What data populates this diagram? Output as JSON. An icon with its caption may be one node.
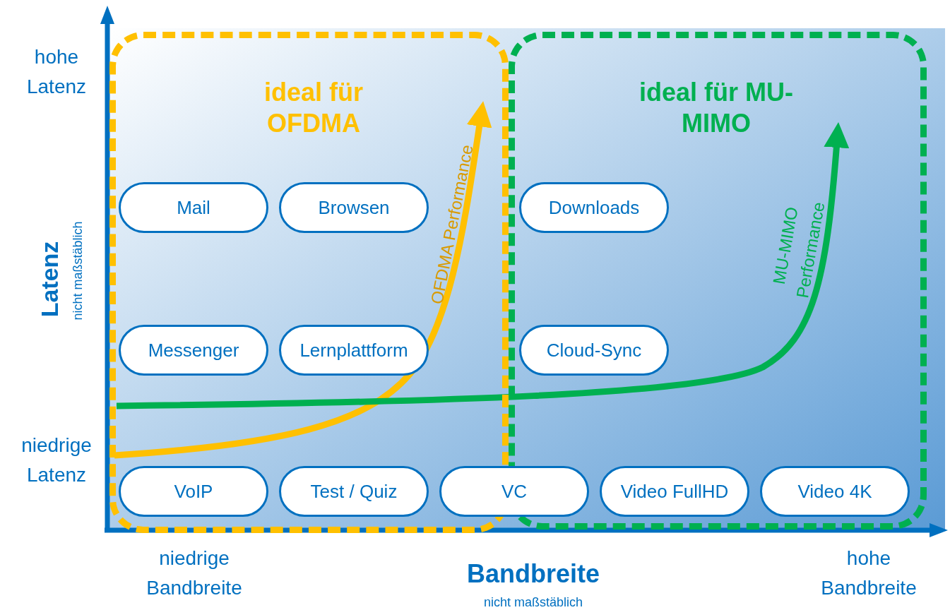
{
  "diagram": {
    "nodes": [
      {
        "text": [
          "ideal für OFDMA"
        ]
      },
      {
        "text": [
          "ideal für MU-MIMO"
        ]
      },
      {
        "text": [
          "Mail"
        ],
        "in": 0
      },
      {
        "text": [
          "Browsen"
        ],
        "in": 0
      },
      {
        "text": [
          "Downloads"
        ],
        "in": 1
      },
      {
        "text": [
          "Messenger"
        ],
        "in": 0
      },
      {
        "text": [
          "Lernplattform"
        ],
        "in": 0
      },
      {
        "text": [
          "Cloud-Sync"
        ],
        "in": 1
      },
      {
        "text": [
          "VoIP"
        ],
        "in": 0
      },
      {
        "text": [
          "Test / Quiz"
        ],
        "in": 0
      },
      {
        "text": [
          "VC"
        ]
      },
      {
        "text": [
          "Video FullHD"
        ],
        "in": 1
      },
      {
        "text": [
          "Video 4K"
        ],
        "in": 1
      }
    ],
    "edges": [],
    "labels": [
      "hohe Latenz",
      "Latenz",
      "nicht maßstäblich",
      "OFDMA Performance",
      "MU-MIMO Performance",
      "niedrige Latenz",
      "niedrige Bandbreite",
      "Bandbreite",
      "nicht maßstäblich",
      "hohe Bandbreite"
    ]
  }
}
